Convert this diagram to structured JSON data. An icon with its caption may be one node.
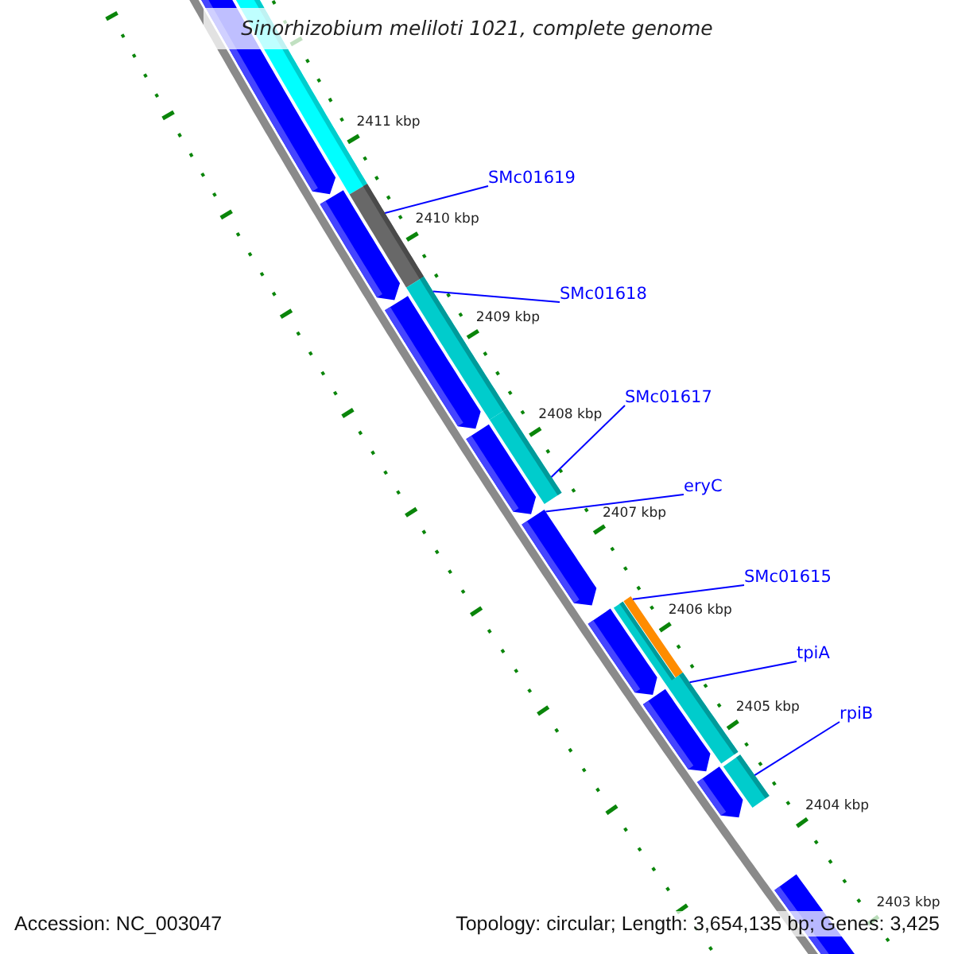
{
  "diagram": {
    "title": "Sinorhizobium meliloti 1021, complete genome",
    "nodes": [
      {
        "text": [
          "SMc01619"
        ]
      },
      {
        "text": [],
        "shape": "bar"
      },
      {
        "text": [
          "SMc01618"
        ]
      },
      {
        "text": [],
        "shape": "bar"
      },
      {
        "text": [
          "SMc01617"
        ]
      },
      {
        "text": [],
        "shape": "bar"
      },
      {
        "text": [
          "eryC"
        ]
      },
      {
        "text": [],
        "shape": "pentagon"
      },
      {
        "text": [
          "SMc01615"
        ]
      },
      {
        "text": [],
        "shape": "bar"
      },
      {
        "text": [
          "tpiA"
        ]
      },
      {
        "text": [],
        "shape": "bar"
      },
      {
        "text": [
          "rpiB"
        ]
      },
      {
        "text": [],
        "shape": "bar"
      }
    ],
    "edges": [
      {
        "from": 0,
        "to": 1,
        "arrow": "none"
      },
      {
        "from": 2,
        "to": 3,
        "arrow": "none"
      },
      {
        "from": 4,
        "to": 5,
        "arrow": "none"
      },
      {
        "from": 6,
        "to": 7,
        "arrow": "none"
      },
      {
        "from": 8,
        "to": 9,
        "arrow": "none"
      },
      {
        "from": 10,
        "to": 11,
        "arrow": "none"
      },
      {
        "from": 12,
        "to": 13,
        "arrow": "none"
      }
    ],
    "labels": [
      "2411 kbp",
      "2410 kbp",
      "2409 kbp",
      "2408 kbp",
      "2407 kbp",
      "2406 kbp",
      "2405 kbp",
      "2404 kbp",
      "2403 kbp",
      "Accession: NC_003047",
      "Topology: circular; Length: 3,654,135 bp; Genes: 3,425"
    ]
  }
}
